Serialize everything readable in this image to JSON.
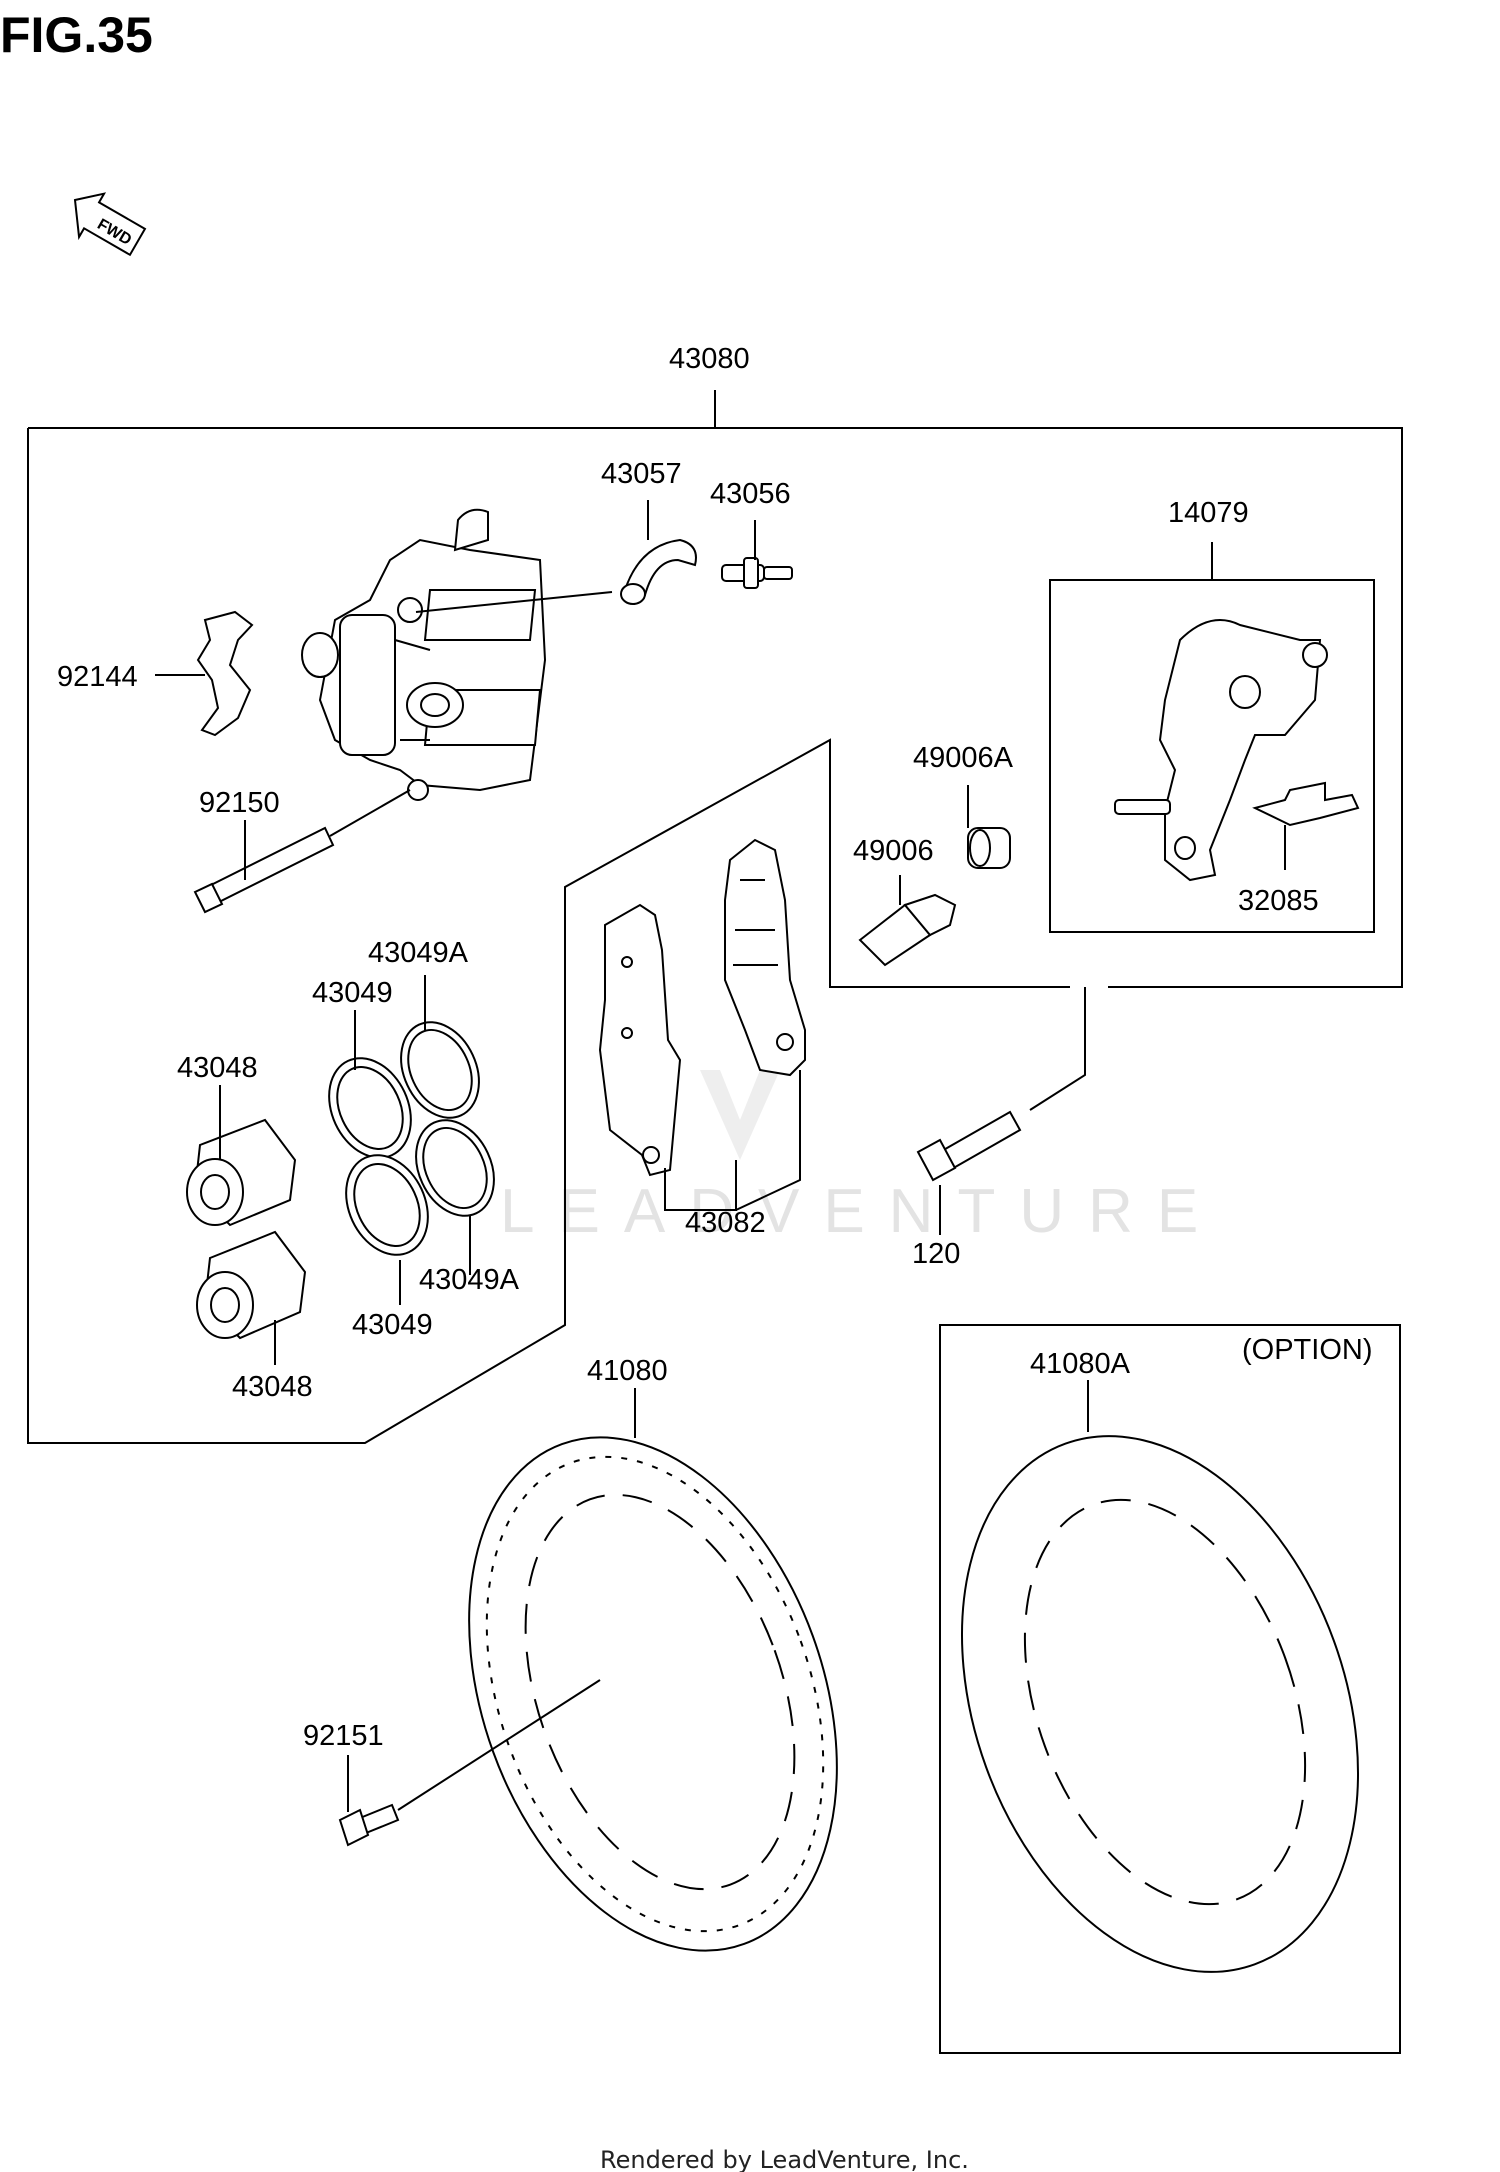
{
  "figure_title": "FIG.35",
  "fwd_label": "FWD",
  "watermark_text": "LEADVENTURE",
  "footer_text": "Rendered by LeadVenture, Inc.",
  "option_label": "(OPTION)",
  "part_labels": {
    "p43080": "43080",
    "p43057": "43057",
    "p43056": "43056",
    "p14079": "14079",
    "p92144": "92144",
    "p49006A": "49006A",
    "p92150": "92150",
    "p49006": "49006",
    "p32085": "32085",
    "p43049A_top": "43049A",
    "p43049_top": "43049",
    "p43048_top": "43048",
    "p43082": "43082",
    "p120": "120",
    "p43049A_bottom": "43049A",
    "p43049_bottom": "43049",
    "p43048_bottom": "43048",
    "p41080": "41080",
    "p41080A": "41080A",
    "p92151": "92151"
  },
  "colors": {
    "line": "#000000",
    "background": "#ffffff",
    "watermark": "#e3e3e3"
  }
}
